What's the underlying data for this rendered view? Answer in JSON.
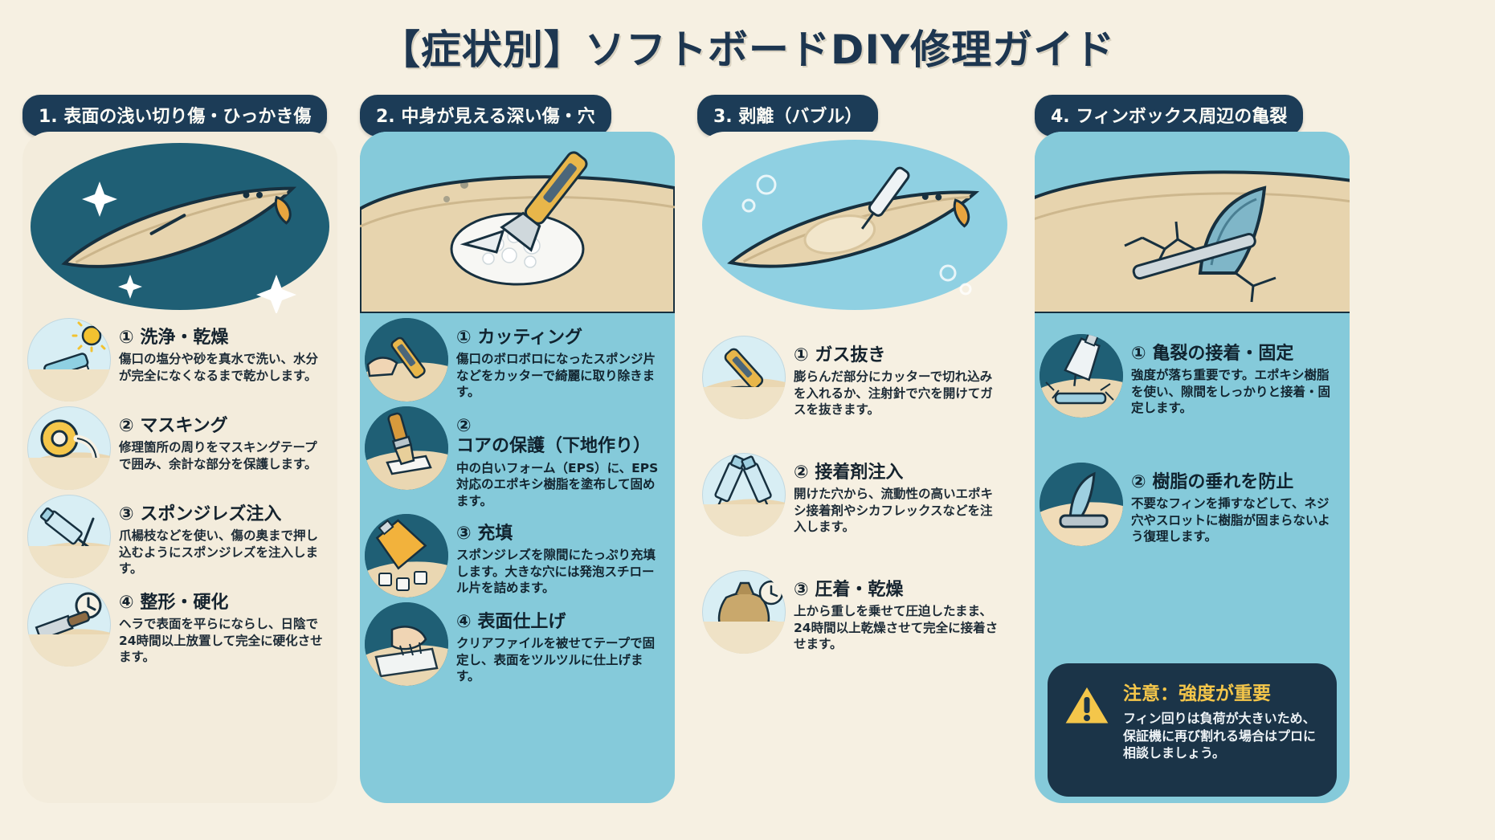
{
  "title": "【症状別】ソフトボードDIY修理ガイド",
  "colors": {
    "background": "#f6f0e2",
    "navy": "#1c3c57",
    "teal": "#85cada",
    "deep_teal": "#1f5f75",
    "cream": "#f3ecdc",
    "sand": "#e9d9b8",
    "warning_yellow": "#f4c64a"
  },
  "columns": [
    {
      "header": "1. 表面の浅い切り傷・ひっかき傷",
      "panel": "cream",
      "hero_icon": "surfboard-with-scratch",
      "steps": [
        {
          "number": "①",
          "title": "洗浄・乾燥",
          "body": "傷口の塩分や砂を真水で洗い、水分が完全になくなるまで乾かします。",
          "icon": "brush-and-sun-icon"
        },
        {
          "number": "②",
          "title": "マスキング",
          "body": "修理箇所の周りをマスキングテープで囲み、余計な部分を保護します。",
          "icon": "masking-tape-icon"
        },
        {
          "number": "③",
          "title": "スポンジレズ注入",
          "body": "爪楊枝などを使い、傷の奥まで押し込むようにスポンジレズを注入します。",
          "icon": "syringe-icon"
        },
        {
          "number": "④",
          "title": "整形・硬化",
          "body": "ヘラで表面を平らにならし、日陰で24時間以上放置して完全に硬化させます。",
          "icon": "spatula-and-clock-icon"
        }
      ]
    },
    {
      "header": "2. 中身が見える深い傷・穴",
      "panel": "teal",
      "hero_icon": "cutter-removing-foam",
      "steps": [
        {
          "number": "①",
          "title": "カッティング",
          "body": "傷口のボロボロになったスポンジ片などをカッターで綺麗に取り除きます。",
          "icon": "hand-with-cutter-icon"
        },
        {
          "number": "②",
          "title": "コアの保護（下地作り）",
          "body": "中の白いフォーム（EPS）に、EPS対応のエポキシ樹脂を塗布して固めます。",
          "icon": "paint-brush-icon"
        },
        {
          "number": "③",
          "title": "充填",
          "body": "スポンジレズを隙間にたっぷり充填します。大きな穴には発泡スチロール片を詰めます。",
          "icon": "tube-and-foam-cubes-icon"
        },
        {
          "number": "④",
          "title": "表面仕上げ",
          "body": "クリアファイルを被せてテープで固定し、表面をツルツルに仕上げます。",
          "icon": "hand-smoothing-icon"
        }
      ]
    },
    {
      "header": "3. 剥離（バブル）",
      "panel": "cream",
      "hero_icon": "surfboard-with-bubble",
      "steps": [
        {
          "number": "①",
          "title": "ガス抜き",
          "body": "膨らんだ部分にカッターで切れ込みを入れるか、注射針で穴を開けてガスを抜きます。",
          "icon": "cutter-knife-icon"
        },
        {
          "number": "②",
          "title": "接着剤注入",
          "body": "開けた穴から、流動性の高いエポキシ接着剤やシカフレックスなどを注入します。",
          "icon": "two-syringes-icon"
        },
        {
          "number": "③",
          "title": "圧着・乾燥",
          "body": "上から重しを乗せて圧迫したまま、24時間以上乾燥させて完全に接着させます。",
          "icon": "weight-bag-and-clock-icon"
        }
      ]
    },
    {
      "header": "4. フィンボックス周辺の亀裂",
      "panel": "teal",
      "hero_icon": "fin-with-crack",
      "steps": [
        {
          "number": "①",
          "title": "亀裂の接着・固定",
          "body": "強度が落ち重要です。エポキシ樹脂を使い、隙間をしっかりと接着・固定します。",
          "icon": "glue-bottle-icon"
        },
        {
          "number": "②",
          "title": "樹脂の垂れを防止",
          "body": "不要なフィンを挿すなどして、ネジ穴やスロットに樹脂が固まらないよう復理します。",
          "icon": "fin-in-box-icon"
        }
      ],
      "warning": {
        "icon": "warning-triangle-icon",
        "title": "注意：強度が重要",
        "body": "フィン回りは負荷が大きいため、保証機に再び割れる場合はプロに相談しましょう。"
      }
    }
  ]
}
